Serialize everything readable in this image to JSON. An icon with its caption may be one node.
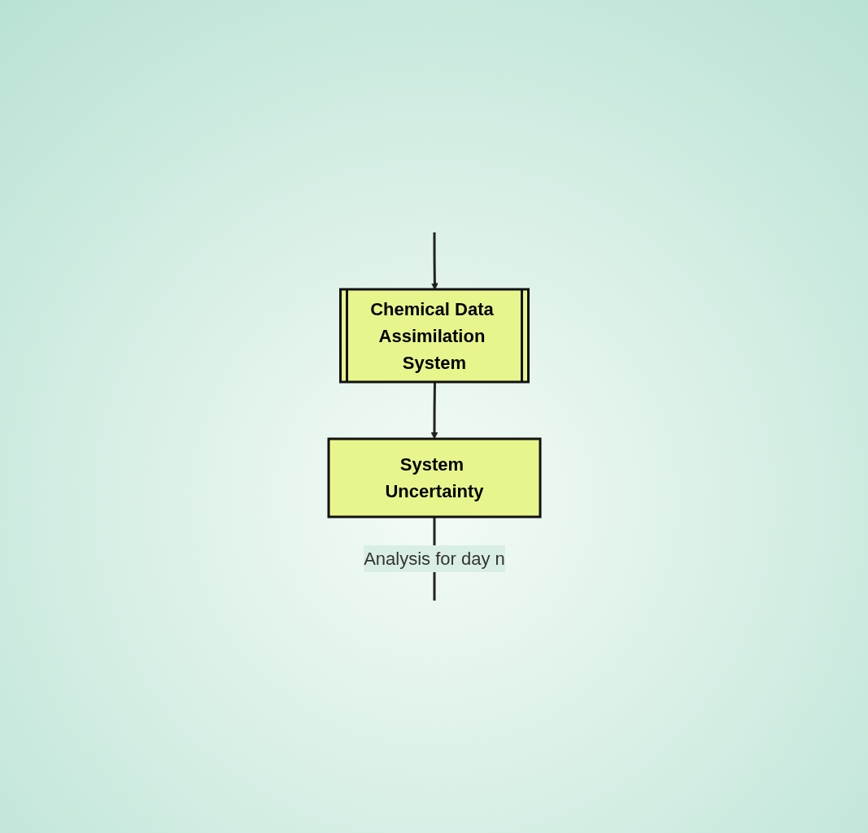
{
  "diagram": {
    "nodes": [
      {
        "text": [
          "Chemical Data Assimilation System"
        ]
      },
      {
        "text": [
          "System Uncertainty"
        ]
      }
    ],
    "edges": [
      {
        "from": null,
        "to": 0,
        "arrow": "to"
      },
      {
        "from": 0,
        "to": 1,
        "arrow": "to"
      },
      {
        "from": 1,
        "to": null,
        "arrow": "none",
        "label": "Analysis for day n"
      }
    ]
  }
}
